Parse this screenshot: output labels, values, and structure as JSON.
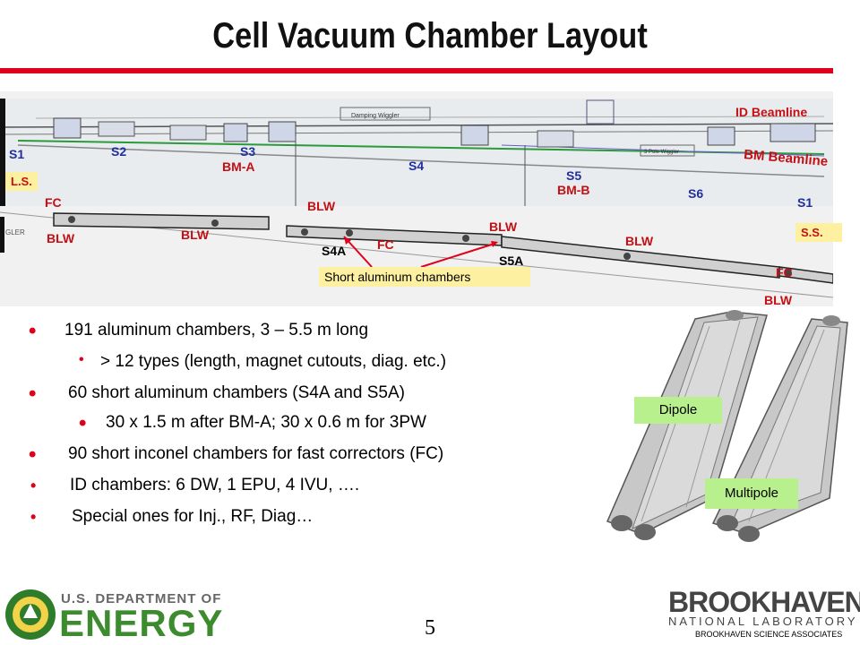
{
  "title": "Cell Vacuum Chamber Layout",
  "diagram": {
    "top_labels": {
      "s1_left": "S1",
      "s2": "S2",
      "s3": "S3",
      "bm_a": "BM-A",
      "s4": "S4",
      "s5": "S5",
      "bm_b": "BM-B",
      "s6": "S6",
      "s1_right": "S1",
      "id_beamline": "ID Beamline",
      "bm_beamline": "BM Beamline",
      "damping_wiggler": "Damping Wiggler",
      "three_pole_wiggler": "3 Pole Wiggler"
    },
    "ls_box": "L.S.",
    "ss_box": "S.S.",
    "bottom_labels": {
      "fc_left": "FC",
      "blw_left": "BLW",
      "blw_2": "BLW",
      "blw_3": "BLW",
      "s4a": "S4A",
      "fc_mid": "FC",
      "blw_4": "BLW",
      "s5a": "S5A",
      "blw_5": "BLW",
      "fc_right": "FC",
      "blw_right": "BLW",
      "gler": "GLER"
    },
    "callout": "Short  aluminum chambers"
  },
  "bullets": [
    {
      "text": "191 aluminum chambers, 3 – 5.5 m long"
    },
    {
      "text": "> 12  types (length, magnet cutouts, diag. etc.)"
    },
    {
      "text": "60 short aluminum chambers (S4A and S5A)"
    },
    {
      "text": "30 x 1.5 m after BM-A; 30 x 0.6 m for 3PW"
    },
    {
      "text": "90 short inconel chambers for fast correctors (FC)"
    },
    {
      "text": "ID chambers: 6 DW, 1 EPU, 4 IVU, …."
    },
    {
      "text": "Special ones for Inj., RF, Diag…"
    }
  ],
  "image_labels": {
    "dipole": "Dipole",
    "multipole": "Multipole"
  },
  "footer": {
    "doe_line1": "U.S. DEPARTMENT OF",
    "doe_line2": "ENERGY",
    "page_number": "5",
    "bnl_name": "BROOKHAVEN",
    "bnl_sub": "NATIONAL LABORATORY",
    "bnl_assoc": "BROOKHAVEN SCIENCE ASSOCIATES"
  },
  "colors": {
    "accent_red": "#e0001b",
    "label_blue": "#1f2f9e",
    "label_red": "#c40f14",
    "energy_green": "#3d8b2f",
    "callout_yellow": "#fdf0a0",
    "box_green": "#b9f08e"
  }
}
